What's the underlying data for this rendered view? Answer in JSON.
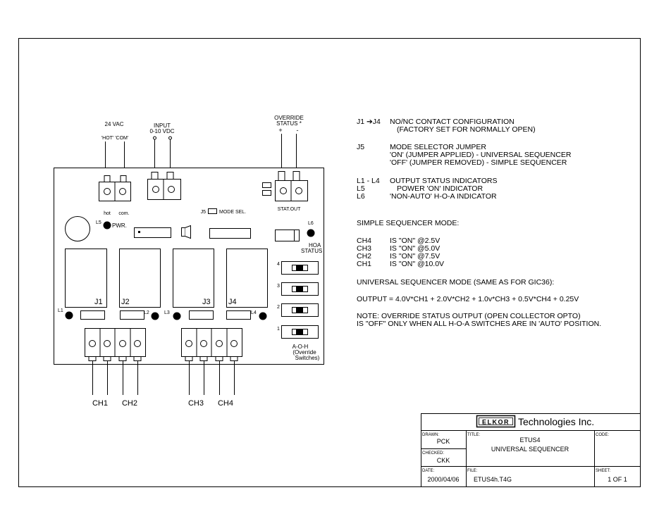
{
  "board": {
    "supply_label": "24 VAC",
    "hot_com_top": "'HOT' 'COM'",
    "input_label": "INPUT",
    "input_range": "0-10 VDC",
    "override_label": "OVERRIDE",
    "status_label": "STATUS *",
    "plus": "+",
    "minus": "-",
    "hot_label": "hot",
    "com_label": "com.",
    "pwr_label": "PWR.",
    "j5_label": "J5",
    "mode_sel_label": "MODE SEL.",
    "stat_out_label": "STAT.OUT",
    "hoa_label": "HOA",
    "hoa_status_label": "STATUS",
    "led_labels": [
      "L1",
      "L2",
      "L3",
      "L4",
      "L5",
      "L6"
    ],
    "relay_labels": [
      "J1",
      "J2",
      "J3",
      "J4"
    ],
    "switch_numbers": [
      "4",
      "3",
      "2",
      "1"
    ],
    "aoh_lines": [
      "A-O-H",
      "(Override",
      "Switches)"
    ],
    "channel_labels": [
      "CH1",
      "CH2",
      "CH3",
      "CH4"
    ]
  },
  "notes": {
    "j1j4_code": "J1 ➔J4",
    "j1j4_lines": [
      "NO/NC CONTACT CONFIGURATION",
      "(FACTORY SET FOR NORMALLY OPEN)"
    ],
    "j5_code": "J5",
    "j5_lines": [
      "MODE SELECTOR JUMPER",
      "'ON' (JUMPER APPLIED) - UNIVERSAL SEQUENCER",
      "'OFF' (JUMPER REMOVED) - SIMPLE SEQUENCER"
    ],
    "led_codes": [
      "L1 - L4",
      "L5",
      "L6"
    ],
    "led_lines": [
      "OUTPUT STATUS INDICATORS",
      "POWER 'ON' INDICATOR",
      "'NON-AUTO' H-O-A INDICATOR"
    ],
    "simple_title": "SIMPLE SEQUENCER MODE:",
    "simple_rows": [
      {
        "ch": "CH4",
        "text": "IS \"ON\"  @2.5V"
      },
      {
        "ch": "CH3",
        "text": "IS \"ON\"  @5.0V"
      },
      {
        "ch": "CH2",
        "text": "IS \"ON\"  @7.5V"
      },
      {
        "ch": "CH1",
        "text": "IS \"ON\"  @10.0V"
      }
    ],
    "universal_title": "UNIVERSAL SEQUENCER MODE (SAME AS FOR GIC36):",
    "output_formula": "OUTPUT = 4.0V*CH1  + 2.0V*CH2 + 1.0v*CH3 + 0.5V*CH4 + 0.25V",
    "note_lines": [
      "NOTE: OVERRIDE STATUS OUTPUT (OPEN COLLECTOR OPTO)",
      "IS \"OFF\" ONLY WHEN ALL H-O-A SWITCHES ARE IN 'AUTO' POSITION."
    ]
  },
  "title_block": {
    "logo": "ELKOR",
    "company": "Technologies Inc.",
    "drawn_label": "DRAWN:",
    "drawn_value": "PCK",
    "checked_label": "CHECKED:",
    "checked_value": "CKK",
    "date_label": "DATE:",
    "date_value": "2000/04/06",
    "title_label": "TITLE:",
    "title_line1": "ETUS4",
    "title_line2": "UNIVERSAL SEQUENCER",
    "file_label": "FILE:",
    "file_value": "ETUS4h.T4G",
    "code_label": "CODE:",
    "sheet_label": "SHEET:",
    "sheet_value": "1 OF 1"
  }
}
